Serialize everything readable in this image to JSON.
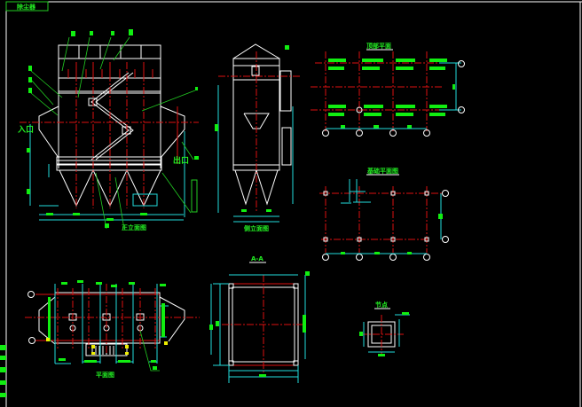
{
  "drawing": {
    "title_block": "除尘器",
    "inlet_label": "入口",
    "outlet_label": "出口",
    "views": {
      "front_elevation": "正立面图",
      "side_elevation": "侧立面图",
      "top_plan": "顶部平面",
      "foundation_plan": "基础平面图",
      "plan_view": "平面图",
      "support_plan": "A-A",
      "detail": "节点"
    },
    "colors": {
      "background": "#000000",
      "outline": "#ffffff",
      "centerline": "#dd1111",
      "dimension": "#22dddd",
      "annotation": "#22ee22",
      "highlight": "#eeee00"
    }
  }
}
